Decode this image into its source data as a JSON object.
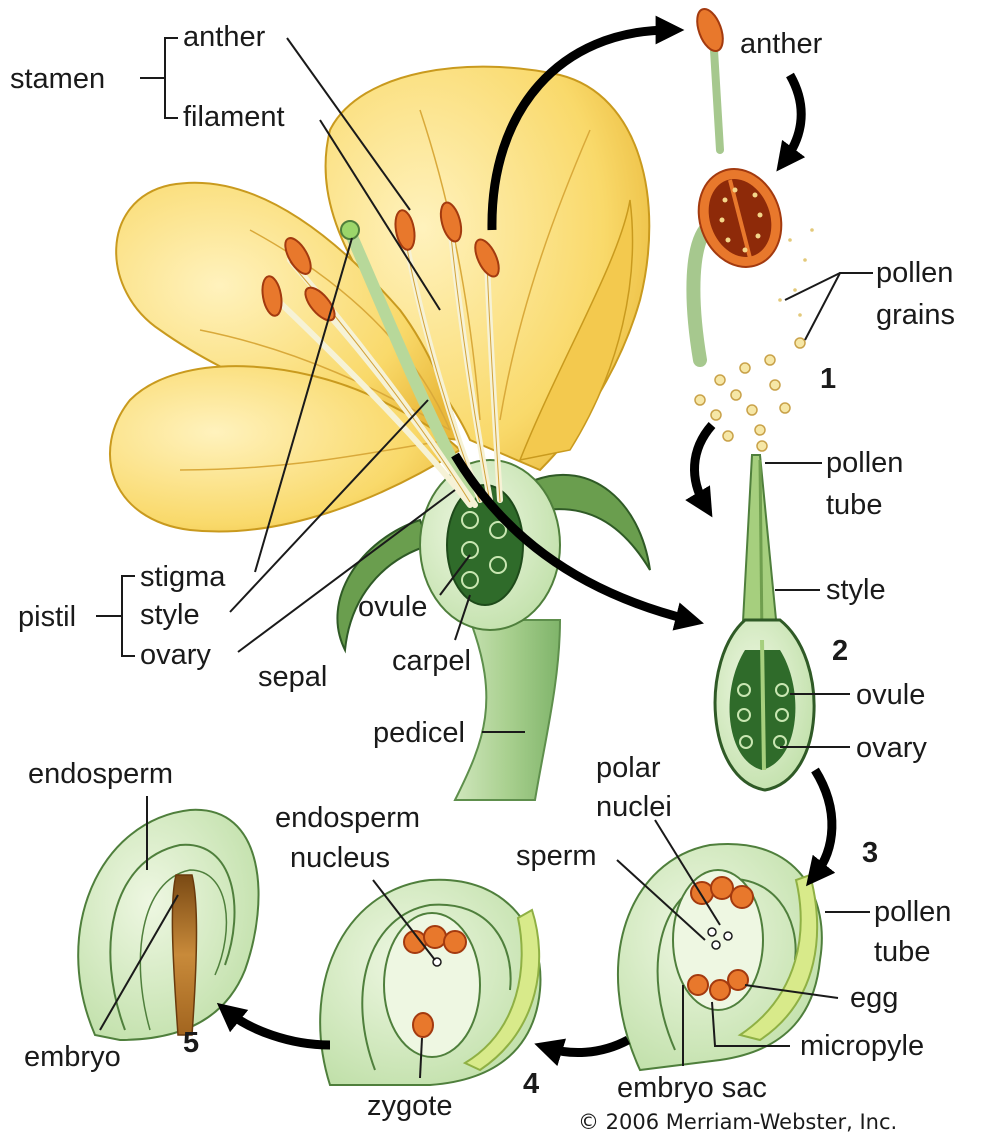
{
  "labels": {
    "stamen": "stamen",
    "anther": "anther",
    "filament": "filament",
    "pistil": "pistil",
    "stigma": "stigma",
    "style": "style",
    "ovary": "ovary",
    "sepal": "sepal",
    "ovule": "ovule",
    "carpel": "carpel",
    "pedicel": "pedicel",
    "anther_right": "anther",
    "pollen_grains_1": "pollen",
    "pollen_grains_2": "grains",
    "pollen_tube_1": "pollen",
    "pollen_tube_2": "tube",
    "style_right": "style",
    "ovule_right": "ovule",
    "ovary_right": "ovary",
    "polar_nuclei_1": "polar",
    "polar_nuclei_2": "nuclei",
    "sperm": "sperm",
    "pollen_tube_b1": "pollen",
    "pollen_tube_b2": "tube",
    "egg": "egg",
    "micropyle": "micropyle",
    "embryo_sac": "embryo sac",
    "endosperm_nucleus_1": "endosperm",
    "endosperm_nucleus_2": "nucleus",
    "zygote": "zygote",
    "endosperm": "endosperm",
    "embryo": "embryo"
  },
  "steps": [
    "1",
    "2",
    "3",
    "4",
    "5"
  ],
  "copyright": "© 2006 Merriam-Webster, Inc.",
  "colors": {
    "petal": "#f9d96a",
    "petal_light": "#fdeca8",
    "petal_edge": "#c99a1e",
    "green_light": "#dcefc8",
    "green_mid": "#9cc98a",
    "green_dark": "#2f6b2a",
    "anther_orange": "#e8782c",
    "anther_dark": "#a33a0f"
  }
}
